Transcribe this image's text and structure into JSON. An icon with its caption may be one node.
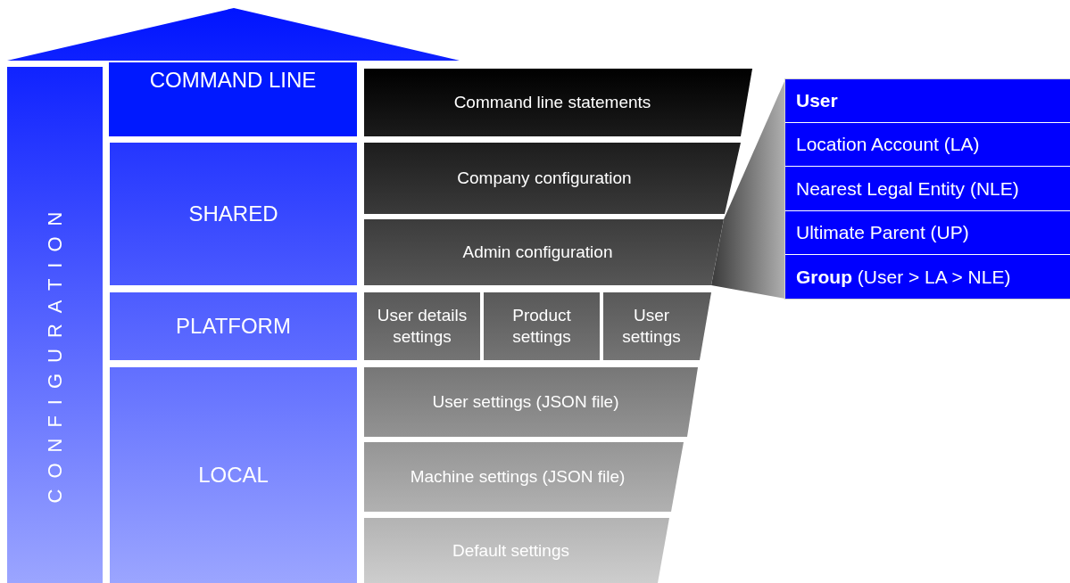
{
  "diagram": {
    "nodes": [
      {
        "text": [
          "CONFIGURATION"
        ]
      },
      {
        "text": [
          "COMMAND LINE"
        ],
        "in": 0
      },
      {
        "text": [
          "SHARED"
        ],
        "in": 0
      },
      {
        "text": [
          "PLATFORM"
        ],
        "in": 0
      },
      {
        "text": [
          "LOCAL"
        ],
        "in": 0
      },
      {
        "text": [
          "Command line statements"
        ]
      },
      {
        "text": [
          "Company configuration"
        ]
      },
      {
        "text": [
          "Admin configuration"
        ]
      },
      {
        "text": [
          "User details settings"
        ]
      },
      {
        "text": [
          "Product settings"
        ]
      },
      {
        "text": [
          "User settings"
        ]
      },
      {
        "text": [
          "User settings (JSON file)"
        ]
      },
      {
        "text": [
          "Machine settings (JSON file)"
        ]
      },
      {
        "text": [
          "Default settings"
        ]
      },
      {
        "text": [],
        "shape": "box"
      },
      {
        "text": [
          "User"
        ],
        "in": 14
      },
      {
        "text": [
          "Location Account (LA)"
        ],
        "in": 14
      },
      {
        "text": [
          "Nearest Legal Entity (NLE)"
        ],
        "in": 14
      },
      {
        "text": [
          "Ultimate Parent (UP)"
        ],
        "in": 14
      },
      {
        "text": [
          "**Group** (User > LA > NLE)"
        ],
        "in": 14
      }
    ],
    "edges": [
      {
        "from": 7,
        "to": 14,
        "arrow": "none"
      }
    ]
  }
}
